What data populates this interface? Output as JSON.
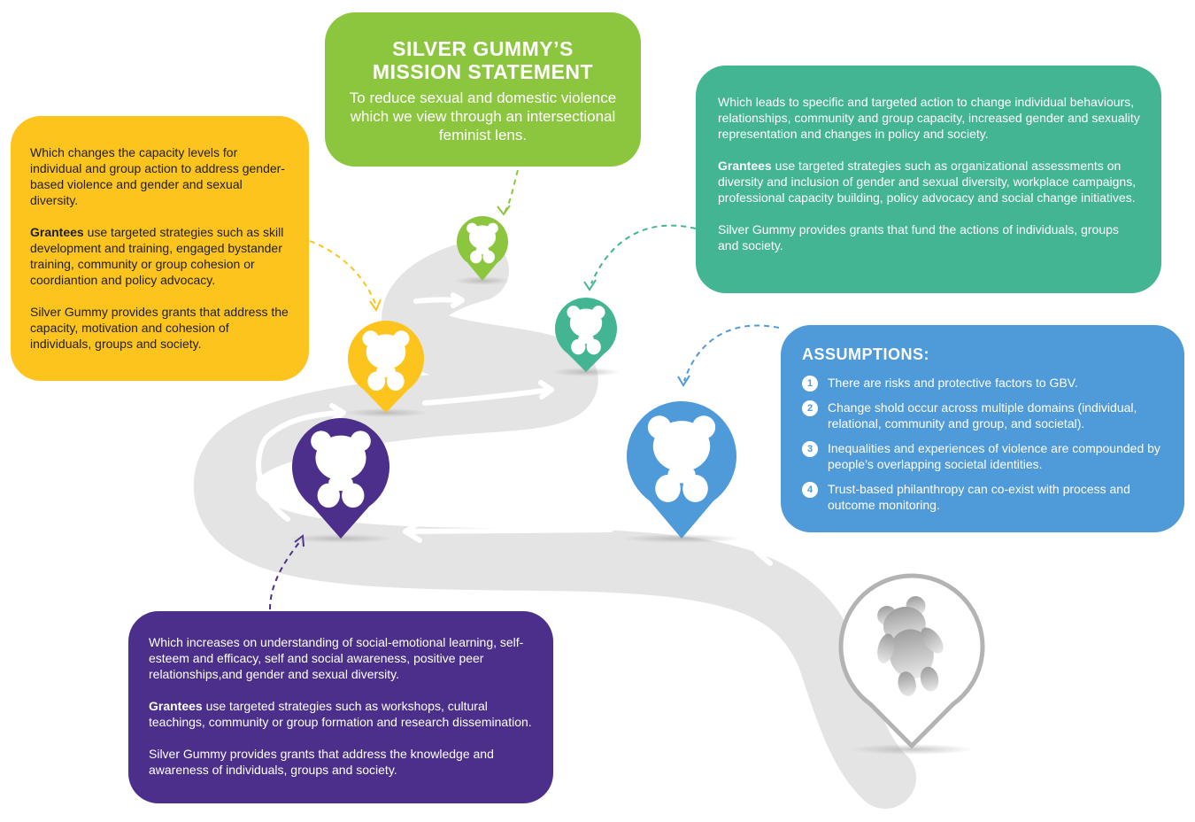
{
  "colors": {
    "mission_green": "#8cc63f",
    "yellow": "#fcc41c",
    "teal": "#43b593",
    "blue": "#4f9ad9",
    "purple": "#4b2f8a",
    "road_gray": "#e4e4e4",
    "start_gray": "#b3b3b3"
  },
  "mission": {
    "title_line1": "SILVER GUMMY’S",
    "title_line2": "MISSION STATEMENT",
    "text": "To reduce sexual and domestic violence which we view through an intersectional feminist lens."
  },
  "yellow_box": {
    "p1": "Which changes the capacity levels for individual and group action to address gender-based violence and gender and sexual diversity.",
    "p2_bold": "Grantees",
    "p2_rest": " use targeted strategies such as skill development and training, engaged bystander training, community or group cohesion or coordiantion and policy advocacy.",
    "p3": "Silver Gummy provides grants that address the capacity, motivation and cohesion of individuals, groups and society."
  },
  "green_box": {
    "p1": "Which leads to specific and targeted action to change individual behaviours, relationships, community and group capacity, increased gender and sexuality representation and changes in policy and society.",
    "p2_bold": "Grantees",
    "p2_rest": " use targeted strategies such as organizational assessments on diversity and inclusion of gender and sexual diversity, workplace campaigns, professional capacity building, policy advocacy and social change initiatives.",
    "p3": "Silver Gummy provides grants that fund the actions of individuals, groups and society."
  },
  "assumptions": {
    "title": "ASSUMPTIONS:",
    "items": [
      {
        "num": "1",
        "text": "There are risks and protective factors to GBV."
      },
      {
        "num": "2",
        "text": "Change shold occur across multiple domains (individual, relational, community and group, and societal)."
      },
      {
        "num": "3",
        "text": "Inequalities and experiences of violence are compounded by people’s overlapping societal identities."
      },
      {
        "num": "4",
        "text": "Trust-based philanthropy can co-exist with process and outcome monitoring."
      }
    ]
  },
  "purple_box": {
    "p1": "Which increases on understanding of social-emotional learning, self-esteem and efficacy, self and social awareness, positive peer relationships,and gender and sexual diversity.",
    "p2_bold": "Grantees",
    "p2_rest": " use targeted strategies such as workshops, cultural teachings, community or group formation and research dissemination.",
    "p3": "Silver Gummy provides grants that address the knowledge and awareness of individuals, groups and society."
  },
  "icons": {
    "pins": [
      "bear-icon",
      "bear-icon",
      "bear-icon",
      "bear-icon",
      "bear-icon",
      "bear-icon"
    ]
  }
}
